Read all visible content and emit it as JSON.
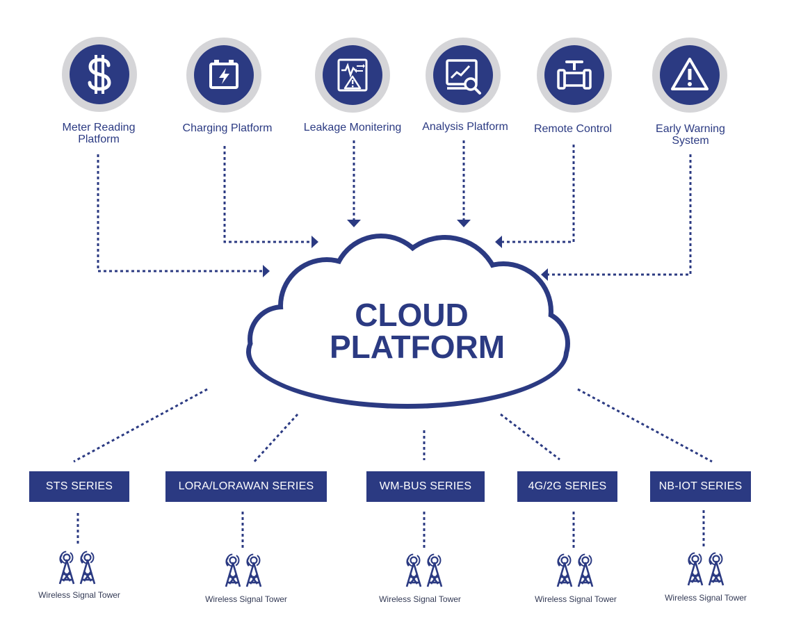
{
  "services": [
    {
      "id": "meter-reading",
      "label_lines": [
        "Meter Reading",
        "Platform"
      ],
      "icon": "dollar-icon"
    },
    {
      "id": "charging",
      "label_lines": [
        "Charging Platform"
      ],
      "icon": "battery-icon"
    },
    {
      "id": "leakage",
      "label_lines": [
        "Leakage Monitering"
      ],
      "icon": "leakage-monitor-icon"
    },
    {
      "id": "analysis",
      "label_lines": [
        "Analysis Platform"
      ],
      "icon": "chart-search-icon"
    },
    {
      "id": "remote",
      "label_lines": [
        "Remote Control"
      ],
      "icon": "valve-icon"
    },
    {
      "id": "warning",
      "label_lines": [
        "Early Warning",
        "System"
      ],
      "icon": "warning-icon"
    }
  ],
  "cloud": {
    "line1": "CLOUD",
    "line2": "PLATFORM"
  },
  "series": [
    {
      "id": "sts",
      "label": "STS SERIES"
    },
    {
      "id": "lora",
      "label": "LORA/LORAWAN SERIES"
    },
    {
      "id": "wmbus",
      "label": "WM-BUS SERIES"
    },
    {
      "id": "4g2g",
      "label": "4G/2G SERIES"
    },
    {
      "id": "nbiot",
      "label": "NB-IOT SERIES"
    }
  ],
  "towers": [
    {
      "label": "Wireless Signal Tower",
      "icon": "signal-tower-icon"
    },
    {
      "label": "Wireless Signal Tower",
      "icon": "signal-tower-icon"
    },
    {
      "label": "Wireless Signal Tower",
      "icon": "signal-tower-icon"
    },
    {
      "label": "Wireless Signal Tower",
      "icon": "signal-tower-icon"
    },
    {
      "label": "Wireless Signal Tower",
      "icon": "signal-tower-icon"
    }
  ],
  "colors": {
    "primary": "#2b3a82",
    "ring": "#d5d5d8",
    "white": "#ffffff"
  }
}
